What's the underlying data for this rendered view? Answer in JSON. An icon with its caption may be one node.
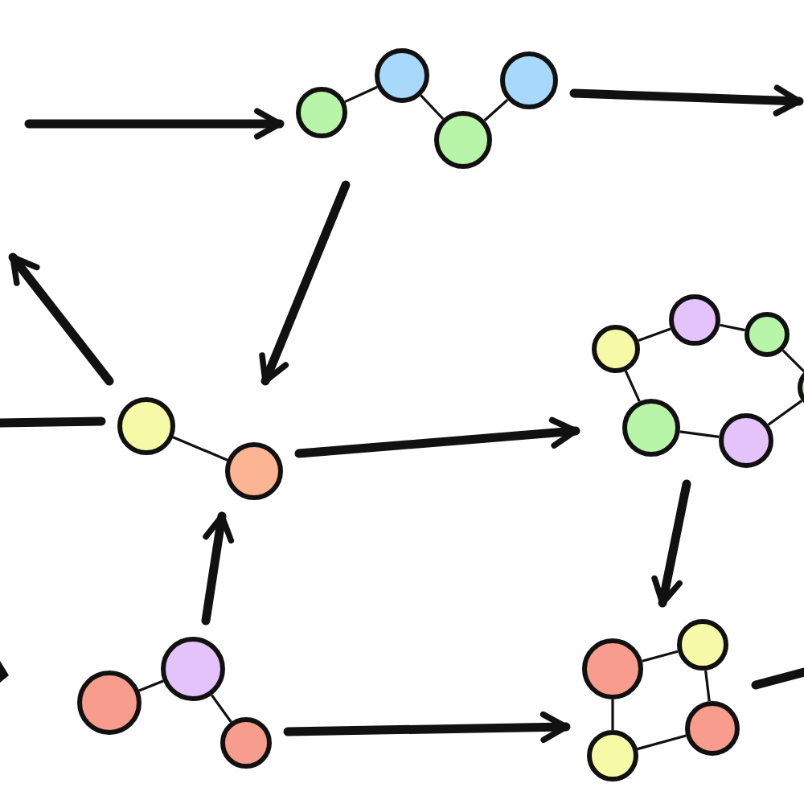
{
  "diagram": {
    "nodes": [
      {
        "text": [],
        "shape": "graph"
      },
      {
        "text": [],
        "shape": "circle",
        "in": 0
      },
      {
        "text": [],
        "shape": "circle",
        "in": 0
      },
      {
        "text": [],
        "shape": "circle",
        "in": 0
      },
      {
        "text": [],
        "shape": "circle",
        "in": 0
      },
      {
        "text": [],
        "shape": "graph"
      },
      {
        "text": [],
        "shape": "circle",
        "in": 5
      },
      {
        "text": [],
        "shape": "circle",
        "in": 5
      },
      {
        "text": [],
        "shape": "graph"
      },
      {
        "text": [],
        "shape": "circle",
        "in": 8
      },
      {
        "text": [],
        "shape": "circle",
        "in": 8
      },
      {
        "text": [],
        "shape": "circle",
        "in": 8
      },
      {
        "text": [],
        "shape": "circle"
      },
      {
        "text": [],
        "shape": "circle",
        "in": 8
      },
      {
        "text": [],
        "shape": "circle",
        "in": 8
      },
      {
        "text": [],
        "shape": "graph"
      },
      {
        "text": [],
        "shape": "circle",
        "in": 15
      },
      {
        "text": [],
        "shape": "circle",
        "in": 15
      },
      {
        "text": [],
        "shape": "circle",
        "in": 15
      },
      {
        "text": [],
        "shape": "graph"
      },
      {
        "text": [],
        "shape": "circle",
        "in": 19
      },
      {
        "text": [],
        "shape": "circle",
        "in": 19
      },
      {
        "text": [],
        "shape": "circle",
        "in": 19
      },
      {
        "text": [],
        "shape": "circle",
        "in": 19
      }
    ],
    "edges": [
      {
        "from": 1,
        "to": 2,
        "arrow": "none"
      },
      {
        "from": 2,
        "to": 3,
        "arrow": "none"
      },
      {
        "from": 3,
        "to": 4,
        "arrow": "none"
      },
      {
        "from": 6,
        "to": 7,
        "arrow": "none"
      },
      {
        "from": 9,
        "to": 10,
        "arrow": "none"
      },
      {
        "from": 10,
        "to": 11,
        "arrow": "none"
      },
      {
        "from": 11,
        "to": 12,
        "arrow": "none"
      },
      {
        "from": 12,
        "to": 13,
        "arrow": "none"
      },
      {
        "from": 13,
        "to": 14,
        "arrow": "none"
      },
      {
        "from": 14,
        "to": 9,
        "arrow": "none"
      },
      {
        "from": 16,
        "to": 17,
        "arrow": "none"
      },
      {
        "from": 17,
        "to": 18,
        "arrow": "none"
      },
      {
        "from": 20,
        "to": 21,
        "arrow": "none"
      },
      {
        "from": 21,
        "to": 22,
        "arrow": "none"
      },
      {
        "from": 22,
        "to": 23,
        "arrow": "none"
      },
      {
        "from": 23,
        "to": 20,
        "arrow": "none"
      },
      {
        "from": null,
        "to": 0,
        "arrow": "to",
        "style": "thick"
      },
      {
        "from": 0,
        "to": null,
        "arrow": "to",
        "style": "thick"
      },
      {
        "from": 0,
        "to": 5,
        "arrow": "to",
        "style": "thick"
      },
      {
        "from": 5,
        "to": null,
        "arrow": "to",
        "style": "thick"
      },
      {
        "from": 5,
        "to": null,
        "arrow": "none",
        "style": "thick"
      },
      {
        "from": 5,
        "to": 8,
        "arrow": "to",
        "style": "thick"
      },
      {
        "from": 15,
        "to": 5,
        "arrow": "to",
        "style": "thick"
      },
      {
        "from": 8,
        "to": 19,
        "arrow": "to",
        "style": "thick"
      },
      {
        "from": 15,
        "to": 19,
        "arrow": "to",
        "style": "thick"
      },
      {
        "from": 19,
        "to": null,
        "arrow": "none",
        "style": "thick"
      }
    ]
  }
}
